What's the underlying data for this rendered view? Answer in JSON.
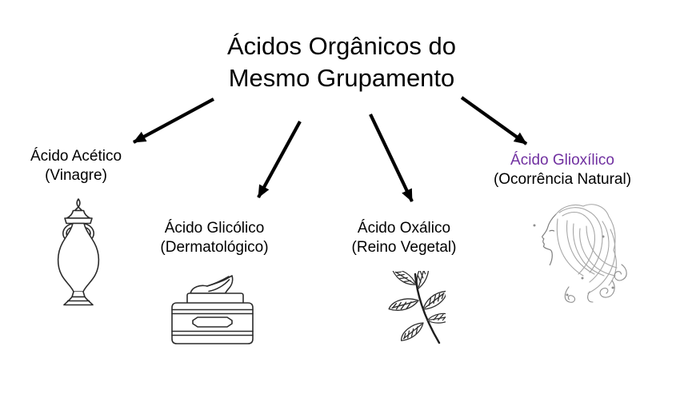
{
  "diagram": {
    "title": "Ácidos Orgânicos do\nMesmo Grupamento",
    "items": [
      {
        "name": "Ácido Acético",
        "detail": "(Vinagre)",
        "icon": "amphora-vase-icon",
        "color": "#000000"
      },
      {
        "name": "Ácido Glicólico",
        "detail": "(Dermatológico)",
        "icon": "cream-jar-icon",
        "color": "#000000"
      },
      {
        "name": "Ácido Oxálico",
        "detail": "(Reino Vegetal)",
        "icon": "leaf-branch-icon",
        "color": "#000000"
      },
      {
        "name": "Ácido Glioxílico",
        "detail": "(Ocorrência Natural)",
        "icon": "woman-profile-hair-icon",
        "color": "#7030A0"
      }
    ],
    "colors": {
      "background": "#ffffff",
      "text": "#000000",
      "accent_purple": "#7030A0",
      "arrow": "#000000",
      "line_art": "#2b2b2b",
      "hair_line_art": "#8f8f8f"
    }
  }
}
